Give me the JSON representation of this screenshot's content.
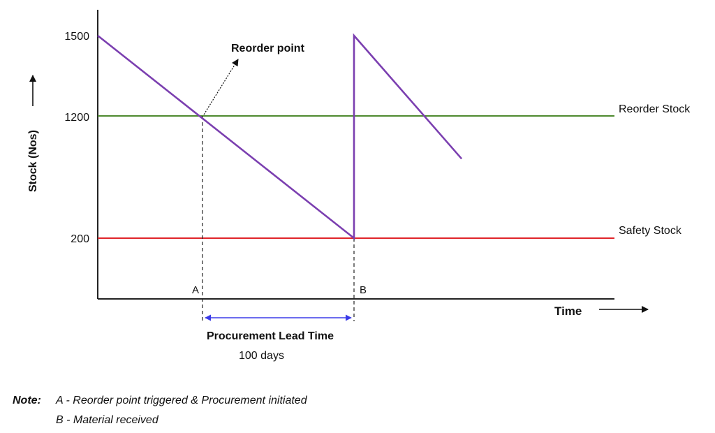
{
  "chart_data": {
    "type": "line",
    "ylabel": "Stock (Nos)",
    "xlabel": "Time",
    "yticks": [
      1500,
      1200,
      200
    ],
    "series": [
      {
        "name": "Reorder Stock",
        "color": "#4e8a2f",
        "y": 1200
      },
      {
        "name": "Safety Stock",
        "color": "#e0242a",
        "y": 200
      }
    ],
    "stock_curve": {
      "color": "#7b3fb0",
      "points": [
        {
          "t": 0,
          "stock": 1500
        },
        {
          "t": 1,
          "stock": 200
        },
        {
          "t": 1,
          "stock": 1500
        },
        {
          "t": 1.42,
          "stock": 850
        }
      ]
    },
    "markers": {
      "a": "A",
      "b": "B"
    },
    "reorder_point_label": "Reorder point",
    "lead_time": {
      "label": "Procurement Lead Time",
      "value": "100 days",
      "color": "#3b3be8"
    }
  },
  "note": {
    "heading": "Note:",
    "line_a": "A - Reorder point triggered & Procurement initiated",
    "line_b": "B - Material received"
  }
}
